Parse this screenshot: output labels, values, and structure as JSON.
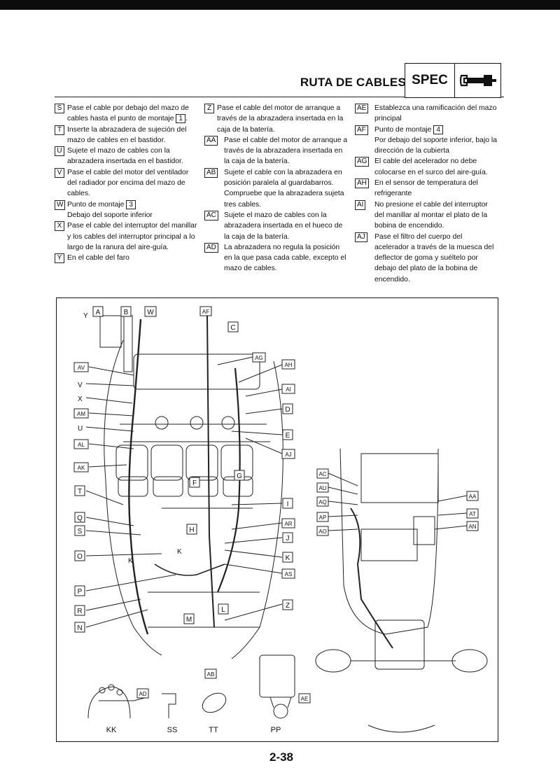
{
  "header": {
    "title": "RUTA DE CABLES",
    "spec_label": "SPEC"
  },
  "notes": {
    "col1": [
      {
        "key": "S",
        "text": "Pase el cable por debajo del mazo de cables hasta el punto de montaje",
        "box": "1",
        "after": "."
      },
      {
        "key": "T",
        "text": "Inserte la abrazadera de sujeción del mazo de cables en el bastidor."
      },
      {
        "key": "U",
        "text": "Sujete el mazo de cables con la abrazadera insertada en el bastidor."
      },
      {
        "key": "V",
        "text": "Pase el cable del motor del ventilador del radiador por encima del mazo de cables."
      },
      {
        "key": "W",
        "text": "Punto de montaje",
        "box": "3",
        "extra": "Debajo del soporte inferior"
      },
      {
        "key": "X",
        "text": "Pase el cable del interruptor del manillar y los cables del interruptor principal a lo largo de la ranura del aire-guía."
      },
      {
        "key": "Y",
        "text": "En el cable del faro"
      }
    ],
    "col2": [
      {
        "key": "Z",
        "text": "Pase el cable del motor de arranque a través de la abrazadera insertada en la caja de la batería."
      },
      {
        "key": "AA",
        "text": "Pase el cable del motor de arranque a través de la abrazadera insertada en la caja de la batería."
      },
      {
        "key": "AB",
        "text": "Sujete el cable con la abrazadera en posición paralela al guardabarros. Compruebe que la abrazadera sujeta tres cables."
      },
      {
        "key": "AC",
        "text": "Sujete el mazo de cables con la abrazadera insertada en el hueco de la caja de la batería."
      },
      {
        "key": "AD",
        "text": "La abrazadera no regula la posición en la que pasa cada cable, excepto el mazo de cables."
      }
    ],
    "col3": [
      {
        "key": "AE",
        "text": "Establezca una ramificación del mazo principal"
      },
      {
        "key": "AF",
        "text": "Punto de montaje",
        "box": "4",
        "extra": "Por debajo del soporte inferior, bajo la dirección de la cubierta"
      },
      {
        "key": "AG",
        "text": "El cable del acelerador no debe colocarse en el surco del aire-guía."
      },
      {
        "key": "AH",
        "text": "En el sensor de temperatura del refrigerante"
      },
      {
        "key": "AI",
        "text": "No presione el cable del interruptor del manillar al montar el plato de la bobina de encendido."
      },
      {
        "key": "AJ",
        "text": "Pase el filtro del cuerpo del acelerador a través de la muesca del deflector de goma y suéltelo por debajo del plato de la bobina de encendido."
      }
    ]
  },
  "figure": {
    "left_labels_boxed": [
      "AV",
      "V",
      "X",
      "AM",
      "U",
      "AL",
      "AK"
    ],
    "left_labels_plain": [
      "T",
      "Q",
      "S",
      "O",
      "P",
      "R",
      "N"
    ],
    "top_labels": [
      "Y",
      "A",
      "B",
      "W",
      "AF",
      "C"
    ],
    "right_labels": [
      "AG",
      "AH",
      "AI",
      "D",
      "E",
      "AJ",
      "I",
      "AR",
      "J",
      "K",
      "AS",
      "Z"
    ],
    "inner_labels": [
      "F",
      "G",
      "H",
      "K",
      "K",
      "L",
      "M"
    ],
    "right_fig_left_labels": [
      "AC",
      "AU",
      "AQ",
      "AP",
      "AO"
    ],
    "right_fig_right_labels": [
      "AA",
      "AT",
      "AN"
    ],
    "detail_labels": [
      "AD",
      "AB",
      "AE"
    ],
    "captions": [
      "KK",
      "SS",
      "TT",
      "PP"
    ]
  },
  "footer": {
    "page_number": "2-38"
  }
}
